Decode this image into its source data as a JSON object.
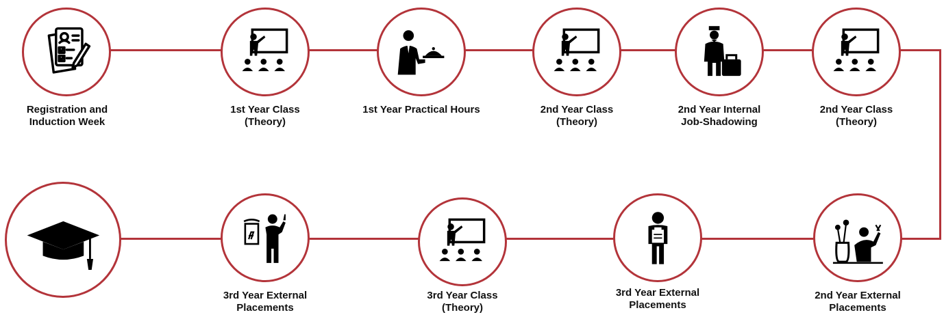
{
  "colors": {
    "accent": "#b3343a",
    "icon": "#000000",
    "text": "#111111"
  },
  "steps": [
    {
      "label": "Registration and\nInduction Week",
      "icon": "registration-form-icon"
    },
    {
      "label": "1st Year Class\n(Theory)",
      "icon": "classroom-teacher-icon"
    },
    {
      "label": "1st Year Practical Hours",
      "icon": "waiter-serving-icon"
    },
    {
      "label": "2nd Year Class\n(Theory)",
      "icon": "classroom-teacher-icon"
    },
    {
      "label": "2nd Year Internal\nJob-Shadowing",
      "icon": "porter-with-suitcase-icon"
    },
    {
      "label": "2nd Year Class\n(Theory)",
      "icon": "classroom-teacher-icon"
    },
    {
      "label": "2nd Year External\nPlacements",
      "icon": "florist-icon"
    },
    {
      "label": "3rd Year External\nPlacements",
      "icon": "person-with-clipboard-icon"
    },
    {
      "label": "3rd Year Class\n(Theory)",
      "icon": "classroom-teacher-icon"
    },
    {
      "label": "3rd Year External\nPlacements",
      "icon": "presenter-with-chart-icon"
    },
    {
      "label": "",
      "icon": "graduation-cap-icon"
    }
  ]
}
